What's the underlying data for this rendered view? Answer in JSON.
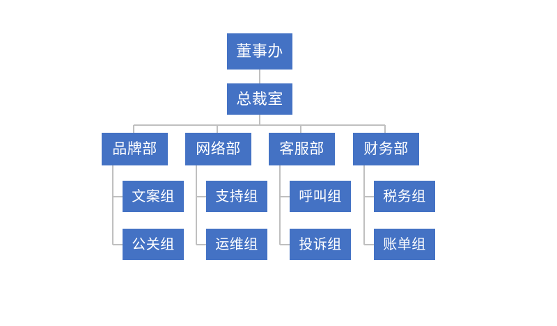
{
  "chart": {
    "type": "org-chart",
    "title": "",
    "background_color": "#ffffff",
    "box_fill_color": "#4472C4",
    "box_text_color": "#ffffff",
    "connector_color": "#BFBFBF",
    "levels": 4
  },
  "nodes": {
    "board_office": {
      "label": "董事办",
      "level": 1
    },
    "president_office": {
      "label": "总裁室",
      "level": 2
    },
    "dept_brand": {
      "label": "品牌部",
      "level": 3
    },
    "dept_network": {
      "label": "网络部",
      "level": 3
    },
    "dept_service": {
      "label": "客服部",
      "level": 3
    },
    "dept_finance": {
      "label": "财务部",
      "level": 3
    },
    "team_copywriting": {
      "label": "文案组",
      "level": 4
    },
    "team_pr": {
      "label": "公关组",
      "level": 4
    },
    "team_support": {
      "label": "支持组",
      "level": 4
    },
    "team_ops": {
      "label": "运维组",
      "level": 4
    },
    "team_call": {
      "label": "呼叫组",
      "level": 4
    },
    "team_complaint": {
      "label": "投诉组",
      "level": 4
    },
    "team_tax": {
      "label": "税务组",
      "level": 4
    },
    "team_billing": {
      "label": "账单组",
      "level": 4
    }
  },
  "hierarchy": [
    {
      "parent": "董事办",
      "children": [
        "总裁室"
      ]
    },
    {
      "parent": "总裁室",
      "children": [
        "品牌部",
        "网络部",
        "客服部",
        "财务部"
      ]
    },
    {
      "parent": "品牌部",
      "children": [
        "文案组",
        "公关组"
      ]
    },
    {
      "parent": "网络部",
      "children": [
        "支持组",
        "运维组"
      ]
    },
    {
      "parent": "客服部",
      "children": [
        "呼叫组",
        "投诉组"
      ]
    },
    {
      "parent": "财务部",
      "children": [
        "税务组",
        "账单组"
      ]
    }
  ]
}
